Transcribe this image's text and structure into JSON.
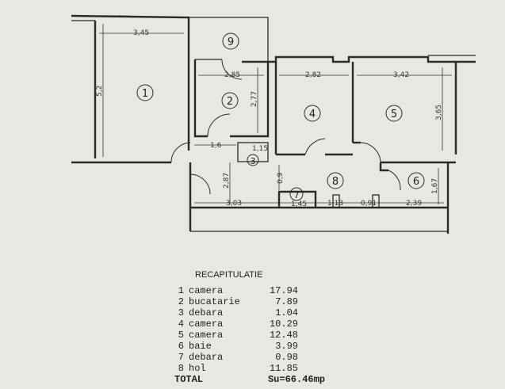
{
  "rooms": [
    {
      "num": "1"
    },
    {
      "num": "2"
    },
    {
      "num": "3"
    },
    {
      "num": "4"
    },
    {
      "num": "5"
    },
    {
      "num": "6"
    },
    {
      "num": "7"
    },
    {
      "num": "8"
    },
    {
      "num": "9"
    }
  ],
  "dimensions": {
    "r1_width": "3,45",
    "r1_height": "5,2",
    "r2_width": "2,85",
    "r2_height": "2,77",
    "r4_width": "2,82",
    "r5_width": "3,42",
    "r5_height": "3,65",
    "hall_width": "1,6",
    "r3_dim": "1,15",
    "hall_height": "2,87",
    "r7_height": "0,9",
    "r6_height": "1,67",
    "bottom_a": "3,03",
    "bottom_b": "1,45",
    "bottom_c": "1,13",
    "bottom_d": "0,91",
    "bottom_e": "2,39"
  },
  "recap": {
    "title": "RECAPITULATIE",
    "items": [
      {
        "n": "1",
        "name": "camera",
        "area": "17.94"
      },
      {
        "n": "2",
        "name": "bucatarie",
        "area": "7.89"
      },
      {
        "n": "3",
        "name": "debara",
        "area": "1.04"
      },
      {
        "n": "4",
        "name": "camera",
        "area": "10.29"
      },
      {
        "n": "5",
        "name": "camera",
        "area": "12.48"
      },
      {
        "n": "6",
        "name": "baie",
        "area": "3.99"
      },
      {
        "n": "7",
        "name": "debara",
        "area": "0.98"
      },
      {
        "n": "8",
        "name": "hol",
        "area": "11.85"
      }
    ],
    "total_label": "TOTAL",
    "total_value": "Su=66.46mp"
  }
}
